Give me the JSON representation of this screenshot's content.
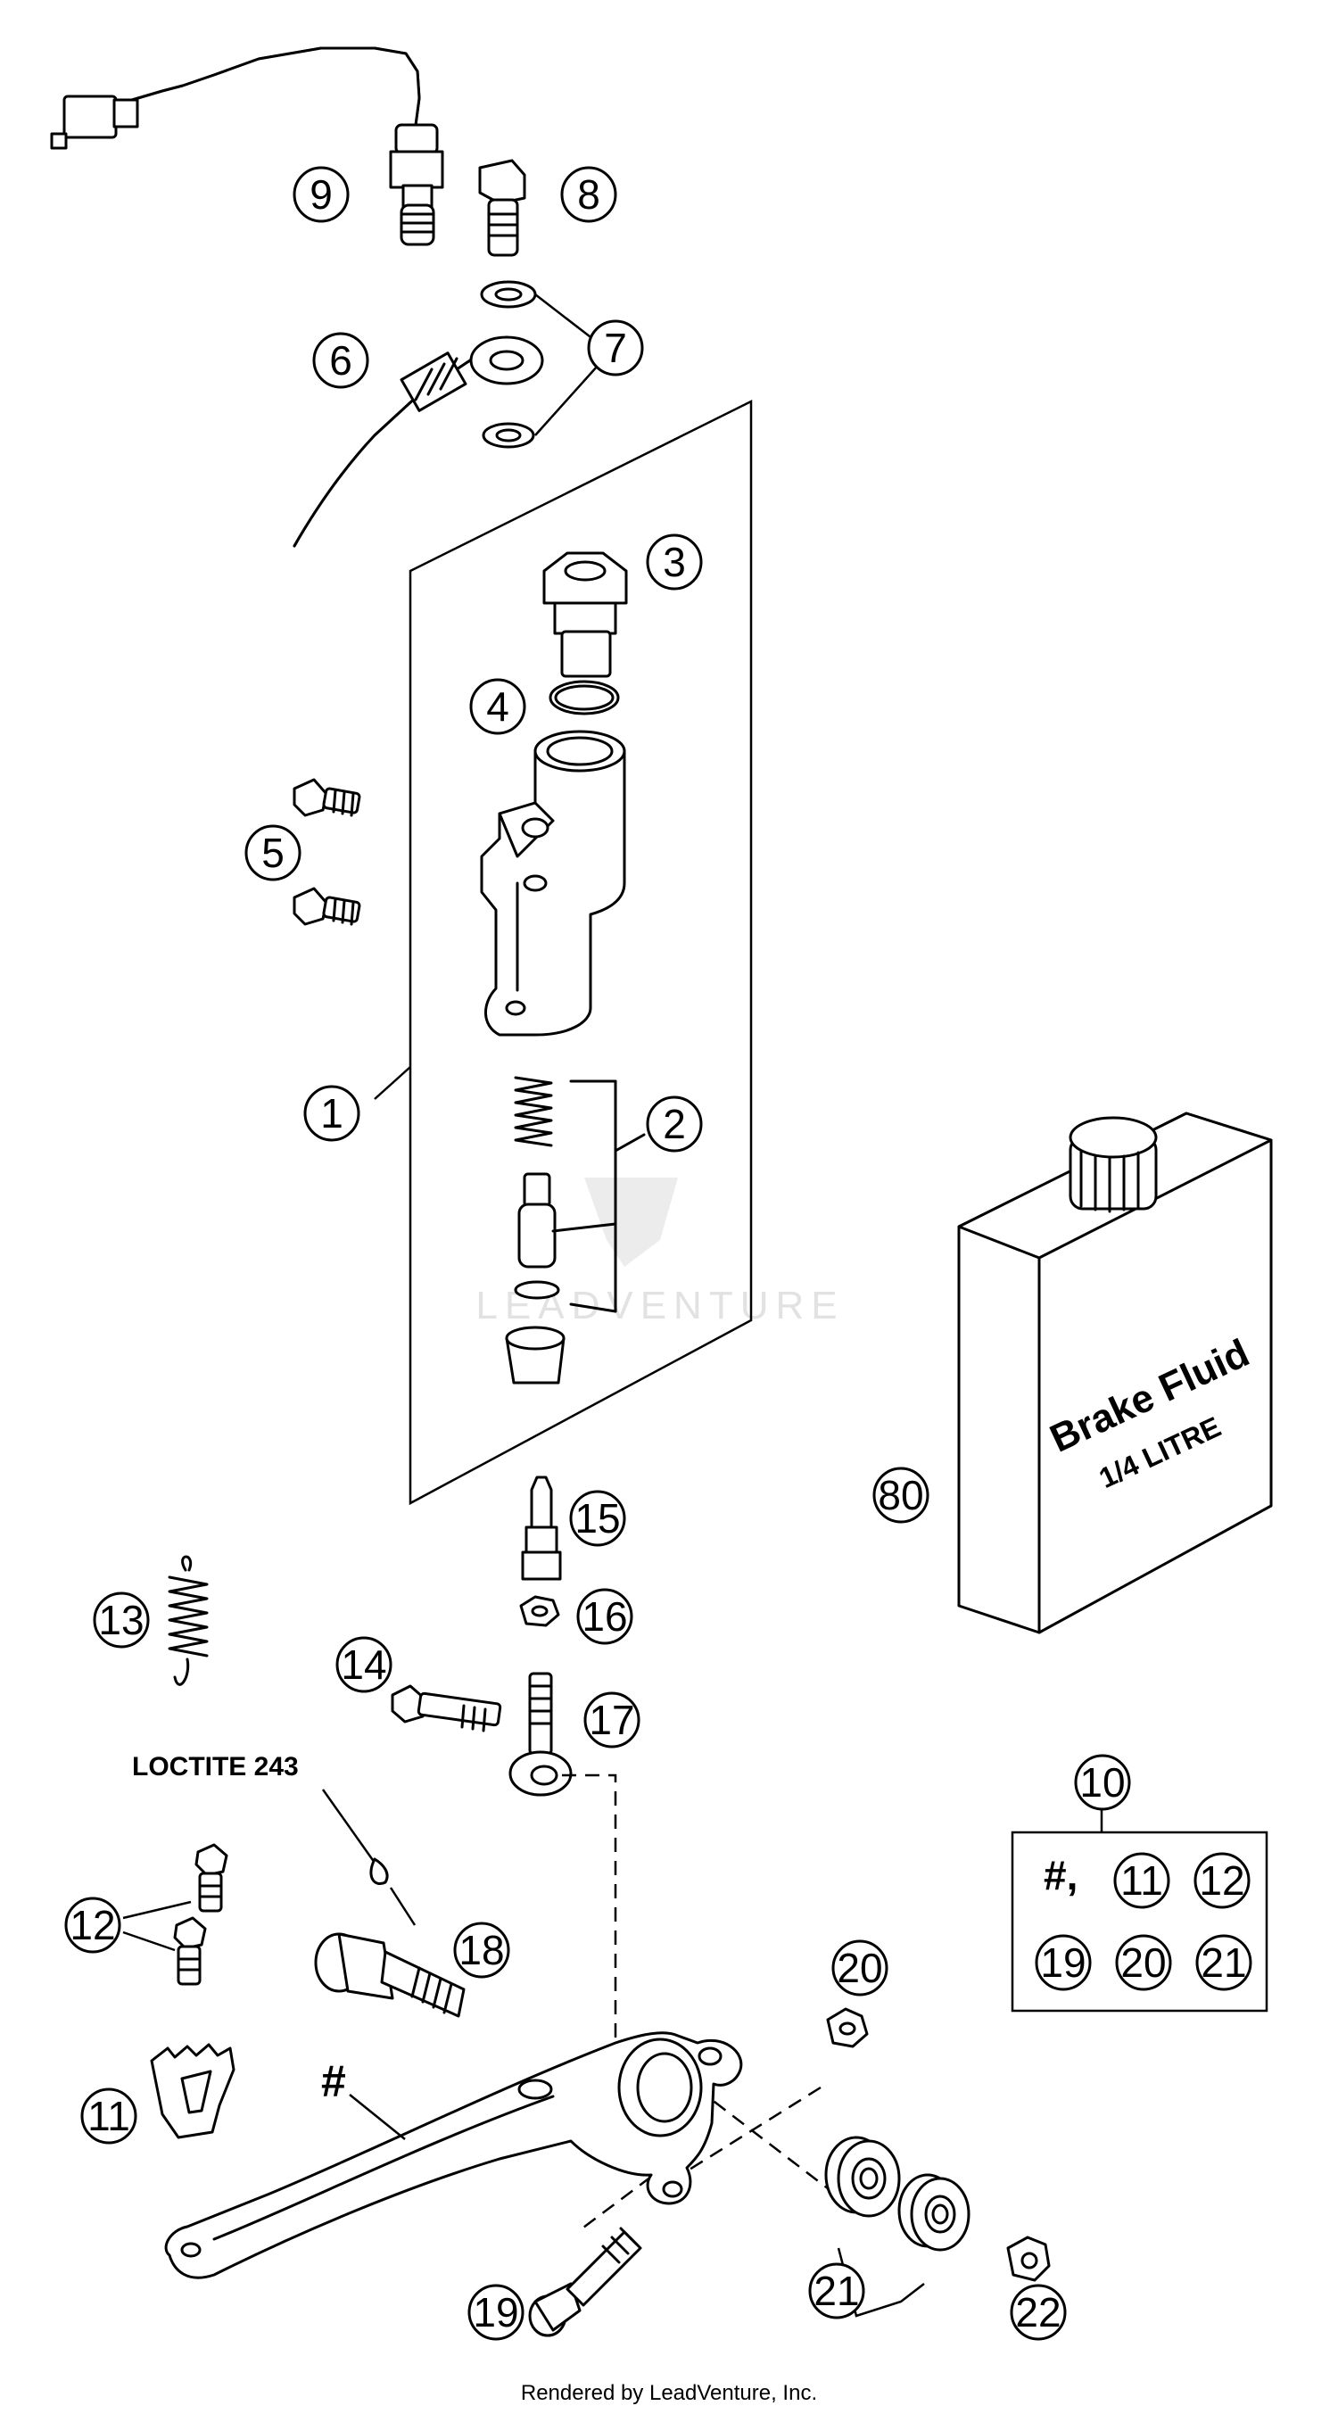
{
  "watermark": "LEADVENTURE",
  "credit": "Rendered by LeadVenture, Inc.",
  "loctite_label": "LOCTITE 243",
  "hash_label": "#",
  "bottle": {
    "line1": "Brake Fluid",
    "line2": "1/4 LITRE"
  },
  "kit_box": {
    "hash": "#,",
    "items": [
      "11",
      "12",
      "19",
      "20",
      "21"
    ]
  },
  "callouts": [
    {
      "id": "9",
      "text": "9"
    },
    {
      "id": "8",
      "text": "8"
    },
    {
      "id": "7",
      "text": "7"
    },
    {
      "id": "6",
      "text": "6"
    },
    {
      "id": "3",
      "text": "3"
    },
    {
      "id": "4",
      "text": "4"
    },
    {
      "id": "5",
      "text": "5"
    },
    {
      "id": "1",
      "text": "1"
    },
    {
      "id": "2",
      "text": "2"
    },
    {
      "id": "80",
      "text": "80"
    },
    {
      "id": "15",
      "text": "15"
    },
    {
      "id": "16",
      "text": "16"
    },
    {
      "id": "13",
      "text": "13"
    },
    {
      "id": "14",
      "text": "14"
    },
    {
      "id": "17",
      "text": "17"
    },
    {
      "id": "10",
      "text": "10"
    },
    {
      "id": "12",
      "text": "12"
    },
    {
      "id": "18",
      "text": "18"
    },
    {
      "id": "20",
      "text": "20"
    },
    {
      "id": "11",
      "text": "11"
    },
    {
      "id": "19",
      "text": "19"
    },
    {
      "id": "21",
      "text": "21"
    },
    {
      "id": "22",
      "text": "22"
    }
  ]
}
